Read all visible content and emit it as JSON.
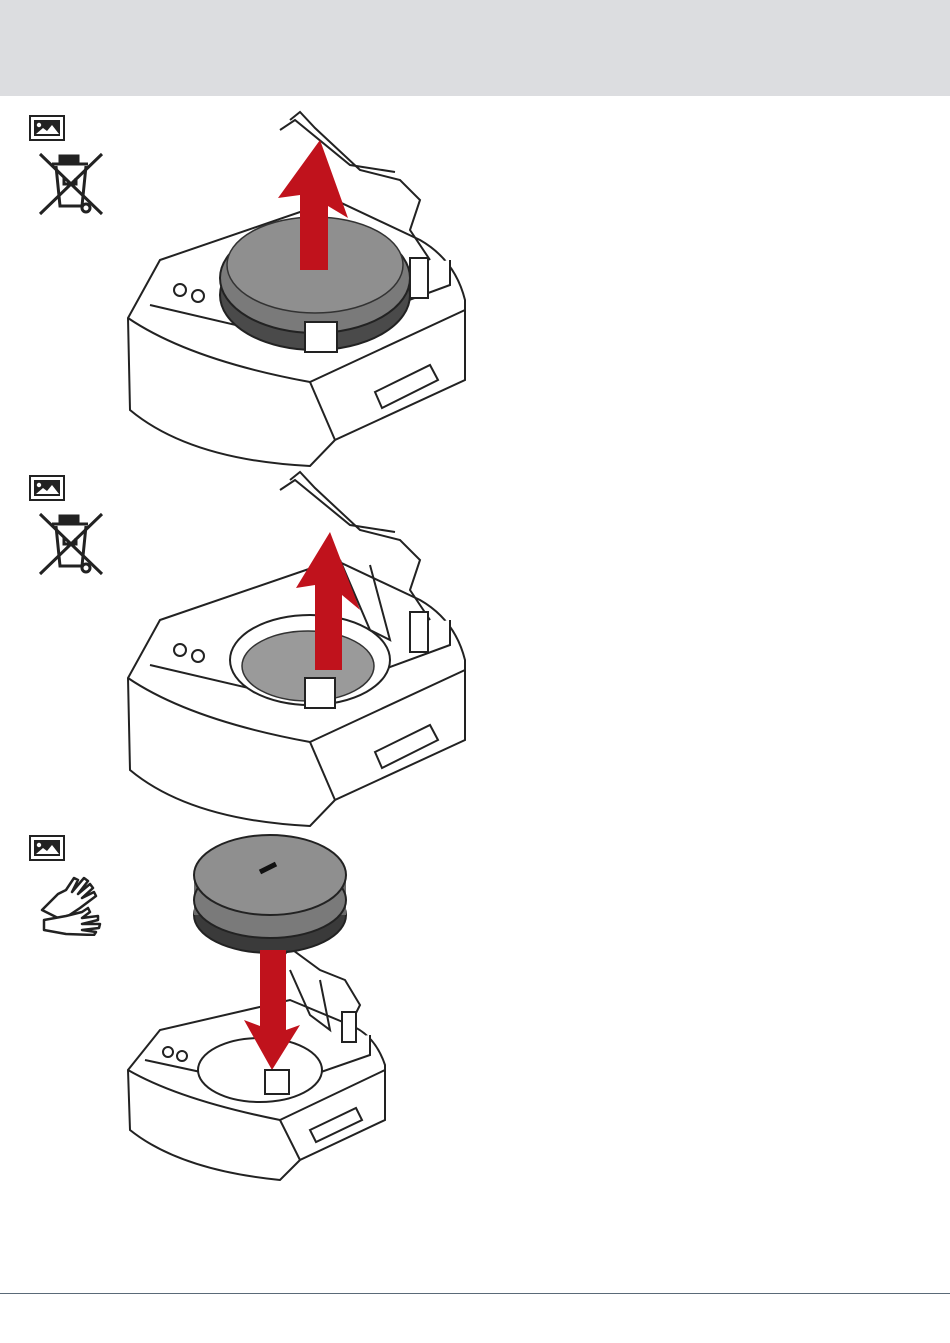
{
  "page": {
    "header_band_color": "#dcdde0",
    "rule_color": "#5a6a78"
  },
  "steps": [
    {
      "image_icon": "image-icon",
      "side_icon": "crossed-out-wheelie-bin-icon",
      "action": "remove-battery",
      "arrow_direction": "up"
    },
    {
      "image_icon": "image-icon",
      "side_icon": "crossed-out-wheelie-bin-icon",
      "action": "remove-battery",
      "arrow_direction": "up"
    },
    {
      "image_icon": "image-icon",
      "side_icon": "protective-gloves-icon",
      "action": "insert-battery",
      "arrow_direction": "down"
    }
  ],
  "colors": {
    "arrow": "#c0121c",
    "battery": "#8a8a8a",
    "battery_dark": "#4a4a4a",
    "line": "#222222"
  }
}
